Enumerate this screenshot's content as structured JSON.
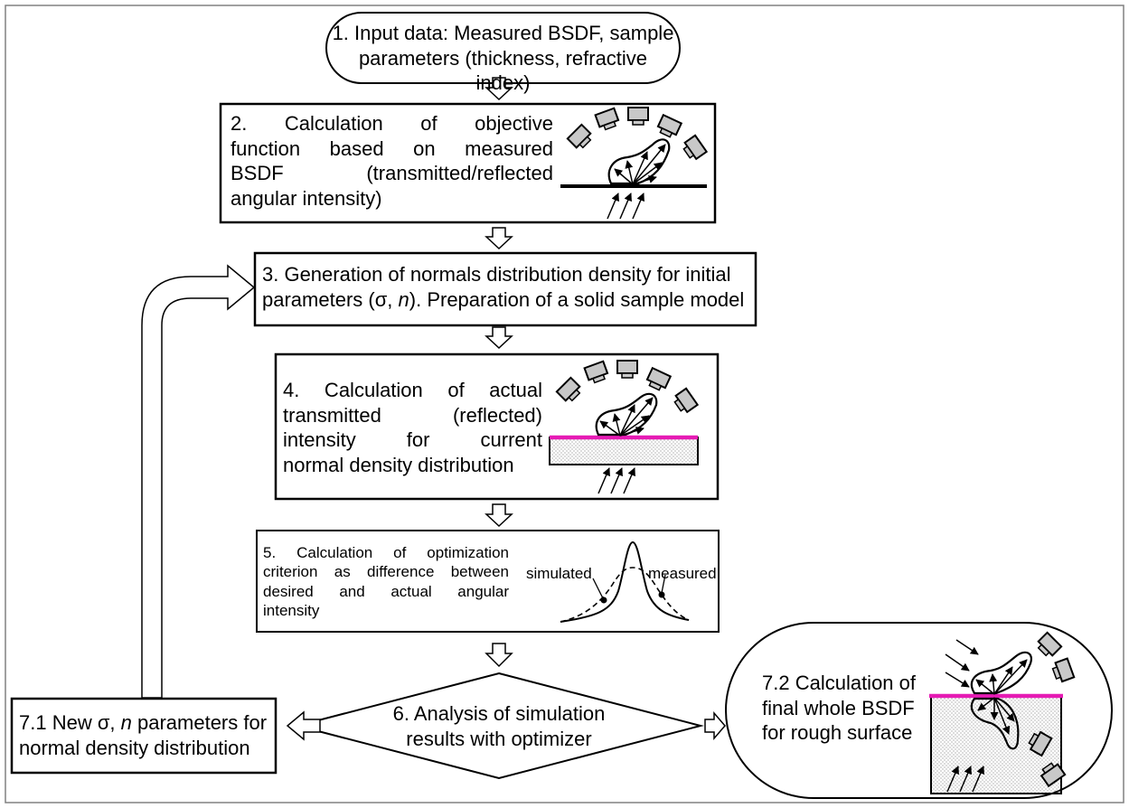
{
  "steps": {
    "s1": {
      "lines": [
        "1. Input data: Measured BSDF, sample",
        "parameters (thickness, refractive index)"
      ]
    },
    "s2": {
      "lines": [
        "2. Calculation of objective",
        "function based on measured",
        "BSDF (transmitted/reflected",
        "angular intensity)"
      ]
    },
    "s3": {
      "line1": "3. Generation of normals distribution density for initial",
      "line2_pre": "parameters (σ, ",
      "line2_n": "n",
      "line2_post": "). Preparation of a solid sample model"
    },
    "s4": {
      "lines": [
        "4. Calculation of actual",
        "transmitted (reflected)",
        "intensity for current",
        "normal density distribution"
      ]
    },
    "s5": {
      "lines": [
        "5. Calculation of optimization",
        "criterion as difference between",
        "desired and actual angular",
        "intensity"
      ],
      "label_simulated": "simulated",
      "label_measured": "measured"
    },
    "s6": {
      "lines": [
        "6. Analysis of simulation",
        "results with optimizer"
      ]
    },
    "s71": {
      "line1_pre": "7.1 New σ, ",
      "line1_n": "n",
      "line1_post": " parameters for",
      "line2": "normal density distribution"
    },
    "s72": {
      "lines": [
        "7.2 Calculation of",
        "final whole BSDF",
        "for rough surface"
      ]
    }
  },
  "colors": {
    "surface": "#e61bb4",
    "stroke": "#000000"
  }
}
